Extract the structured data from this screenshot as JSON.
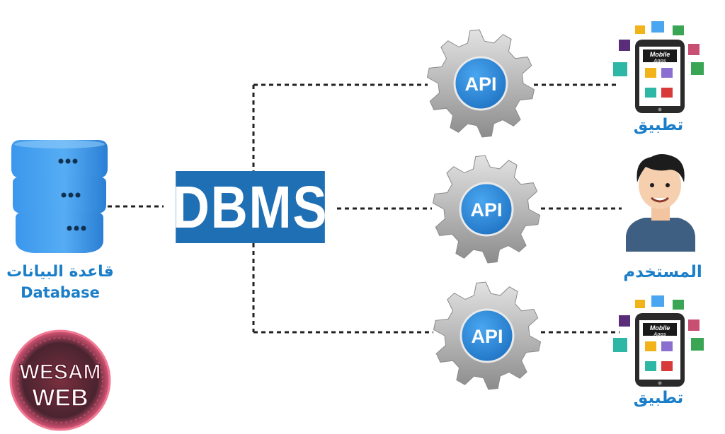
{
  "dbms": {
    "label": "DBMS"
  },
  "database": {
    "label_ar": "قاعدة البيانات",
    "label_en": "Database"
  },
  "apis": [
    {
      "label": "API"
    },
    {
      "label": "API"
    },
    {
      "label": "API"
    }
  ],
  "endpoints": [
    {
      "label_ar": "تطبيق",
      "phone_title": "Mobile",
      "phone_subtitle": "Apps"
    },
    {
      "label_ar": "المستخدم"
    },
    {
      "label_ar": "تطبيق",
      "phone_title": "Mobile",
      "phone_subtitle": "Apps"
    }
  ],
  "logo": {
    "line1": "WESAM",
    "line2": "WEB"
  },
  "colors": {
    "accent_blue": "#1b7ec9",
    "dbms_bg": "#1f6fb4",
    "gear_gray": "#b3b3b3",
    "api_circle": "#2f8fe0",
    "connector": "#222222"
  }
}
